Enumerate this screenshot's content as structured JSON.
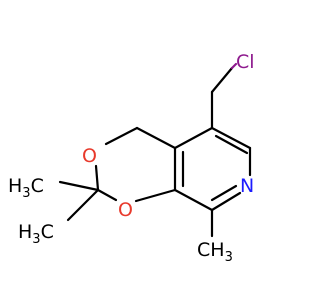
{
  "molecule": {
    "colors": {
      "bond": "#000000",
      "oxygen": "#e8392b",
      "nitrogen": "#1c1cff",
      "chlorine": "#8e1a8e",
      "carbon_label": "#000000"
    },
    "labels": {
      "chlorine": "Cl",
      "oxygen_upper": "O",
      "oxygen_lower": "O",
      "nitrogen": "N",
      "methyl_1": {
        "main": "H",
        "sub": "3",
        "tail": "C"
      },
      "methyl_2": {
        "main": "H",
        "sub": "3",
        "tail": "C"
      },
      "methyl_3": {
        "main": "CH",
        "sub": "3"
      }
    }
  }
}
